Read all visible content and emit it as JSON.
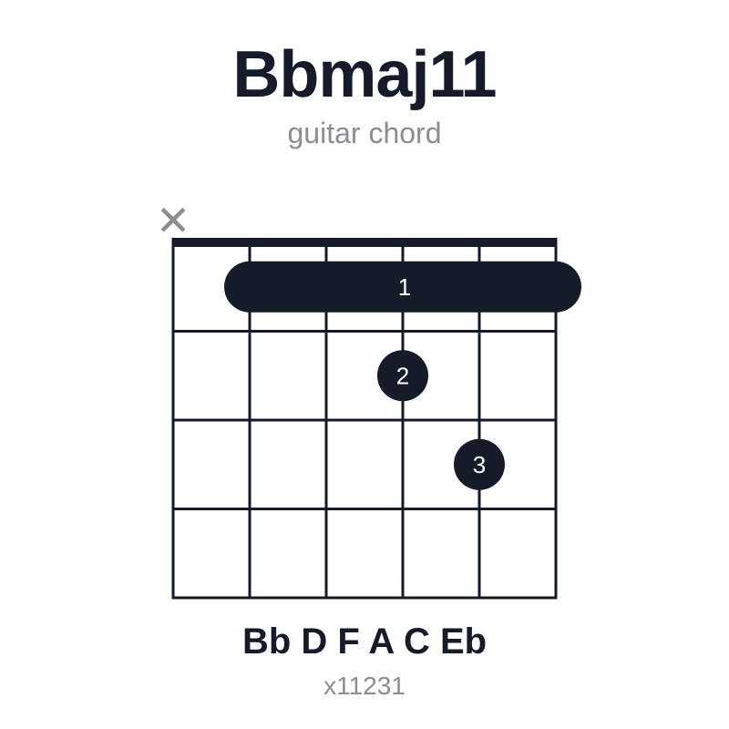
{
  "chord": {
    "name": "Bbmaj11",
    "subtitle": "guitar chord",
    "notes": "Bb D F A C Eb",
    "shape": "x11231"
  },
  "diagram": {
    "strings": 6,
    "frets": 4,
    "muted_strings": [
      1
    ],
    "muted_symbol": "✕",
    "barre": {
      "fret": 1,
      "from_string": 2,
      "to_string": 6,
      "finger": "1"
    },
    "dots": [
      {
        "string": 4,
        "fret": 2,
        "finger": "2"
      },
      {
        "string": 5,
        "fret": 3,
        "finger": "3"
      }
    ]
  },
  "colors": {
    "ink": "#161b2a",
    "muted": "#8a8d94",
    "finger_text": "#ffffff"
  }
}
